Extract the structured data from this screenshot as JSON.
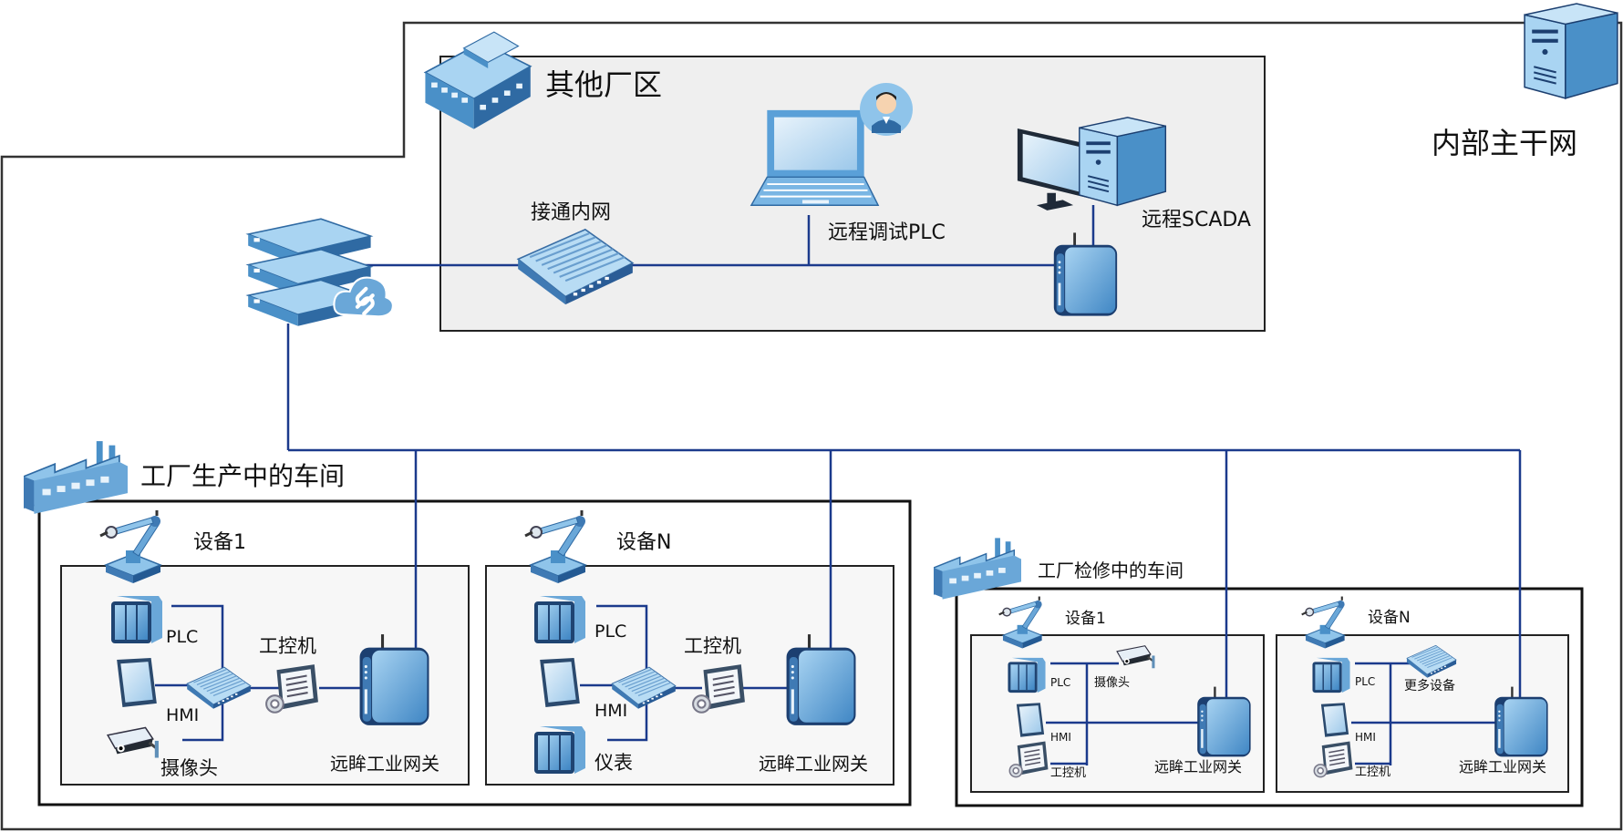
{
  "backbone": {
    "label": "内部主干网"
  },
  "other_zone": {
    "title": "其他厂区",
    "switch_label": "接通内网",
    "laptop_label": "远程调试PLC",
    "scada_label": "远程SCADA"
  },
  "production": {
    "title": "工厂生产中的车间",
    "device1": {
      "title": "设备1",
      "plc": "PLC",
      "hmi": "HMI",
      "camera": "摄像头",
      "ipc": "工控机",
      "gateway": "远眸工业网关"
    },
    "deviceN": {
      "title": "设备N",
      "plc": "PLC",
      "hmi": "HMI",
      "meter": "仪表",
      "ipc": "工控机",
      "gateway": "远眸工业网关"
    }
  },
  "maintenance": {
    "title": "工厂检修中的车间",
    "device1": {
      "title": "设备1",
      "plc": "PLC",
      "camera": "摄像头",
      "hmi": "HMI",
      "ipc": "工控机",
      "gateway": "远眸工业网关"
    },
    "deviceN": {
      "title": "设备N",
      "plc": "PLC",
      "more": "更多设备",
      "hmi": "HMI",
      "ipc": "工控机",
      "gateway": "远眸工业网关"
    }
  },
  "colors": {
    "line": "#1b3a8c",
    "box_fill": "#efefef",
    "icon_light": "#8fc4ea",
    "icon_mid": "#4a90c8",
    "icon_dark": "#1d4f8a"
  }
}
